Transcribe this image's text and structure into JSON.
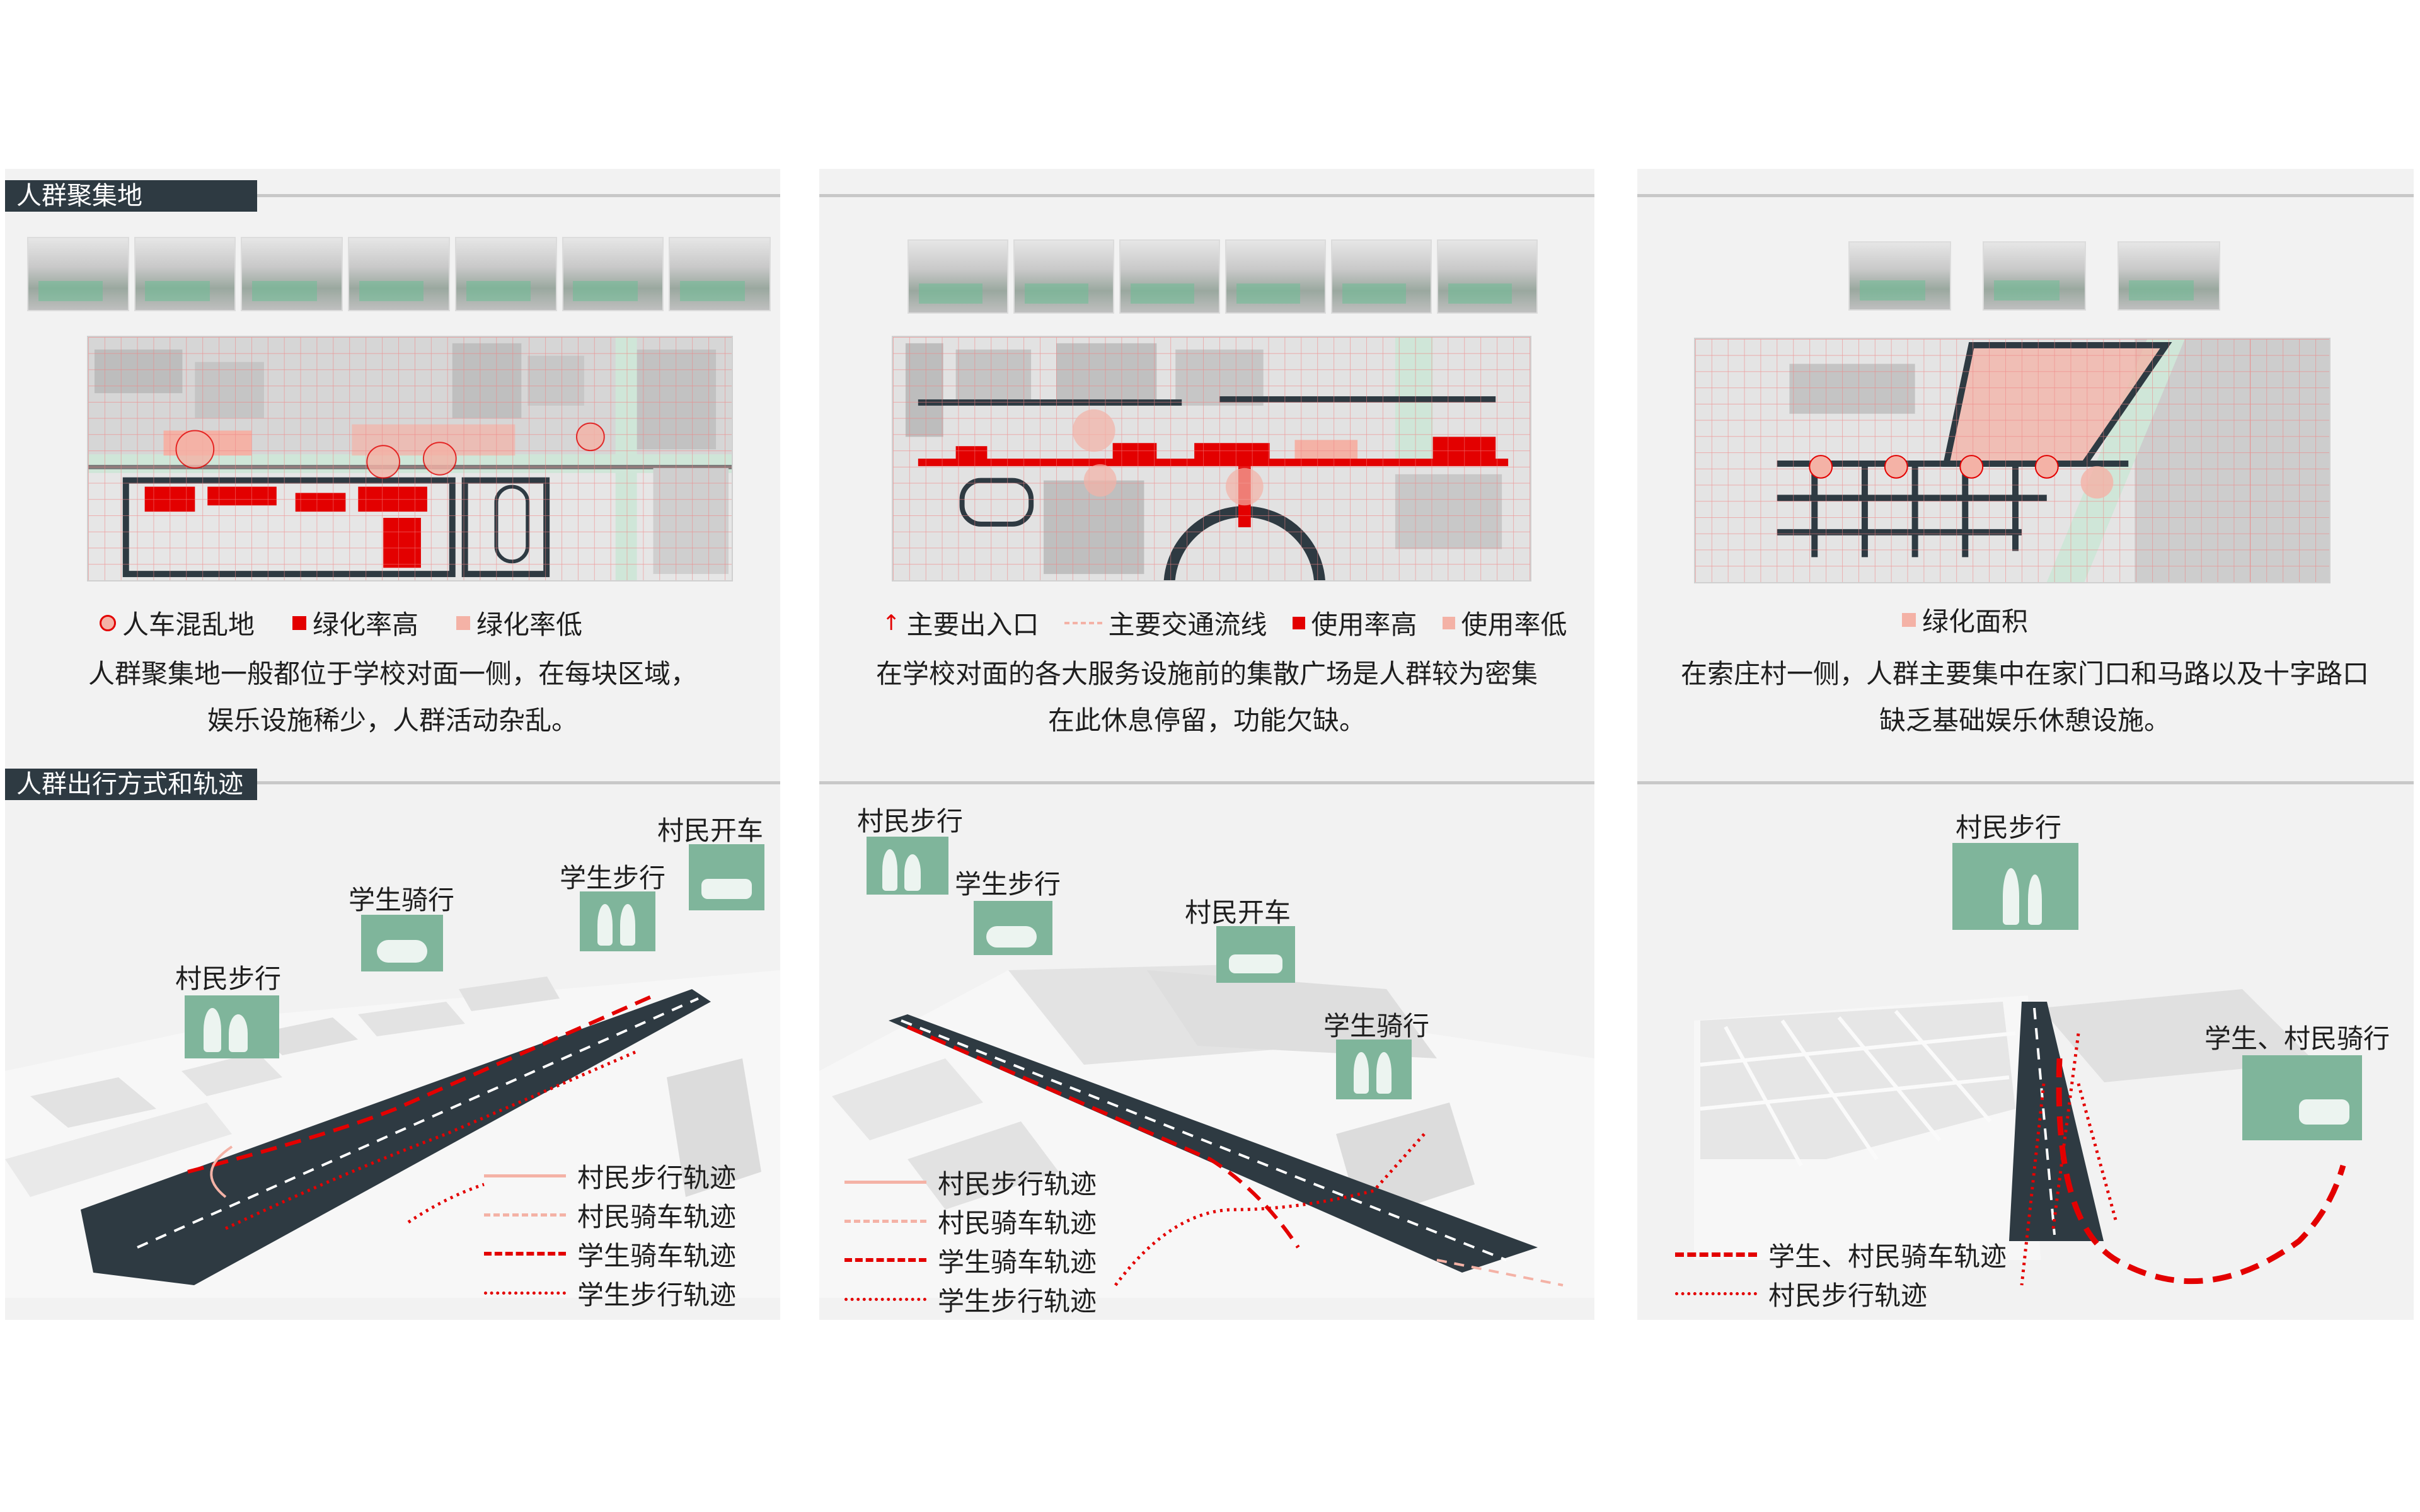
{
  "sections": {
    "gathering": "人群聚集地",
    "travel": "人群出行方式和轨迹"
  },
  "colors": {
    "header_bg": "#2e3a42",
    "red": "#e30000",
    "pink": "#f4b2a6",
    "green": "#7fb59b",
    "road": "#2e3a42"
  },
  "panel1": {
    "legend": [
      "人车混乱地",
      "绿化率高",
      "绿化率低"
    ],
    "desc": [
      "人群聚集地一般都位于学校对面一侧，在每块区域，",
      "娱乐设施稀少，人群活动杂乱。"
    ],
    "labels": {
      "villager_walk": "村民步行",
      "student_ride": "学生骑行",
      "student_walk": "学生步行",
      "villager_drive": "村民开车"
    },
    "tracks": [
      "村民步行轨迹",
      "村民骑车轨迹",
      "学生骑车轨迹",
      "学生步行轨迹"
    ]
  },
  "panel2": {
    "legend": [
      "主要出入口",
      "主要交通流线",
      "使用率高",
      "使用率低"
    ],
    "desc": [
      "在学校对面的各大服务设施前的集散广场是人群较为密集",
      "在此休息停留，功能欠缺。"
    ],
    "labels": {
      "villager_walk": "村民步行",
      "student_walk": "学生步行",
      "villager_drive": "村民开车",
      "student_ride": "学生骑行"
    },
    "tracks": [
      "村民步行轨迹",
      "村民骑车轨迹",
      "学生骑车轨迹",
      "学生步行轨迹"
    ]
  },
  "panel3": {
    "legend": [
      "绿化面积"
    ],
    "desc": [
      "在索庄村一侧，人群主要集中在家门口和马路以及十字路口",
      "缺乏基础娱乐休憩设施。"
    ],
    "labels": {
      "villager_walk": "村民步行",
      "student_villager_ride": "学生、村民骑行"
    },
    "tracks": [
      "学生、村民骑车轨迹",
      "村民步行轨迹"
    ]
  }
}
